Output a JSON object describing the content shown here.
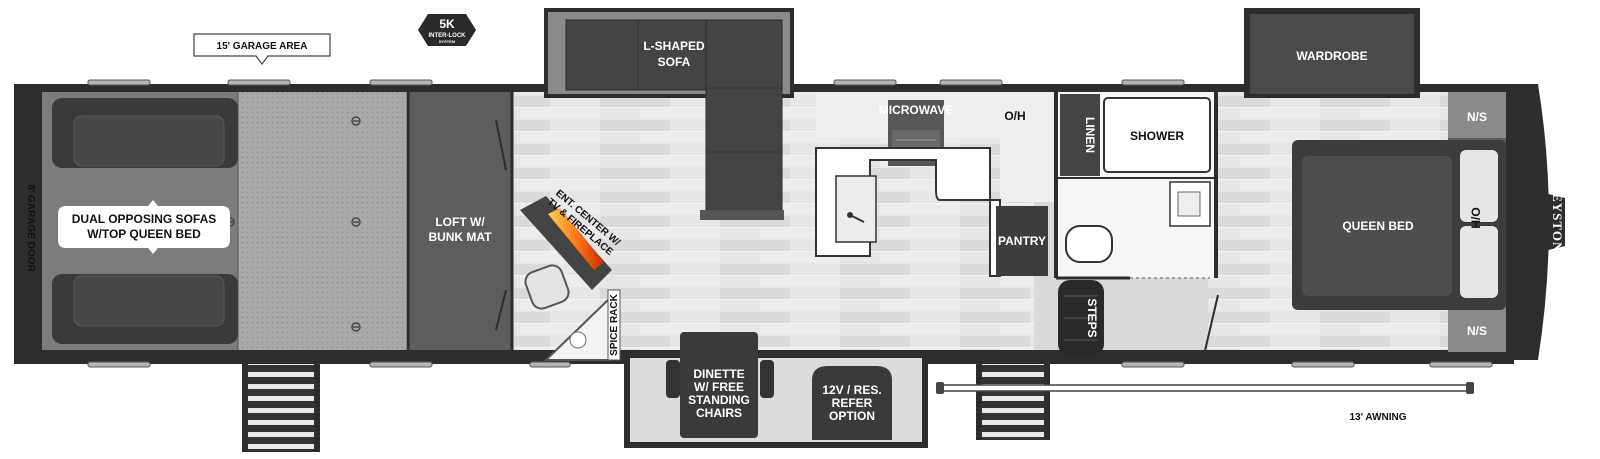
{
  "floorplan": {
    "logo_badge": {
      "top": "5K",
      "bottom": "INTER-LOCK",
      "small": "SYSTEM"
    },
    "brand": "KEYSTONE",
    "labels": {
      "garage_area": "15' GARAGE AREA",
      "garage_door": "8' GARAGE DOOR",
      "sofas_line1": "DUAL OPPOSING SOFAS",
      "sofas_line2": "W/TOP QUEEN BED",
      "loft_line1": "LOFT W/",
      "loft_line2": "BUNK MAT",
      "ent_line1": "ENT. CENTER W/",
      "ent_line2": "TV & FIREPLACE",
      "spice_rack": "SPICE RACK",
      "sofa_line1": "L-SHAPED",
      "sofa_line2": "SOFA",
      "microwave": "MICROWAVE",
      "oh": "O/H",
      "pantry": "PANTRY",
      "linen": "LINEN",
      "shower": "SHOWER",
      "steps": "STEPS",
      "wardrobe": "WARDROBE",
      "queen_bed": "QUEEN BED",
      "ns_top": "N/S",
      "ns_bottom": "N/S",
      "ho": "H/O",
      "dinette_line1": "DINETTE",
      "dinette_line2": "W/ FREE",
      "dinette_line3": "STANDING",
      "dinette_line4": "CHAIRS",
      "refer_line1": "12V / RES.",
      "refer_line2": "REFER",
      "refer_line3": "OPTION",
      "awning": "13' AWNING"
    }
  }
}
